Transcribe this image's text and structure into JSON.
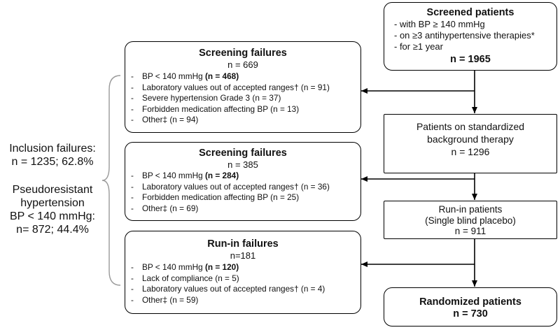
{
  "screened": {
    "title": "Screened patients",
    "criteria": [
      "- with BP ≥ 140 mmHg",
      "- on ≥3 antihypertensive therapies*",
      "- for ≥1 year"
    ],
    "n": "n = 1965"
  },
  "standardized": {
    "line1": "Patients on standardized",
    "line2": "background therapy",
    "n": "n = 1296"
  },
  "runin": {
    "line1": "Run-in patients",
    "line2": "(Single blind placebo)",
    "n": "n = 911"
  },
  "randomized": {
    "title": "Randomized patients",
    "n": "n = 730"
  },
  "failures1": {
    "title": "Screening failures",
    "n": "n = 669",
    "items": [
      {
        "text": "BP < 140 mmHg ",
        "bold": "(n = 468)"
      },
      {
        "text": "Laboratory values out of accepted ranges† (n = 91)",
        "bold": ""
      },
      {
        "text": "Severe hypertension Grade 3 (n = 37)",
        "bold": ""
      },
      {
        "text": "Forbidden medication affecting BP (n = 13)",
        "bold": ""
      },
      {
        "text": "Other‡ (n = 94)",
        "bold": ""
      }
    ]
  },
  "failures2": {
    "title": "Screening failures",
    "n": "n = 385",
    "items": [
      {
        "text": "BP < 140 mmHg ",
        "bold": "(n = 284)"
      },
      {
        "text": "Laboratory values out of accepted ranges† (n = 36)",
        "bold": ""
      },
      {
        "text": "Forbidden medication affecting BP (n = 25)",
        "bold": ""
      },
      {
        "text": "Other‡ (n = 69)",
        "bold": ""
      }
    ]
  },
  "failures3": {
    "title": "Run-in failures",
    "n": "n=181",
    "items": [
      {
        "text": "BP < 140 mmHg ",
        "bold": "(n = 120)"
      },
      {
        "text": "Lack of compliance (n = 5)",
        "bold": ""
      },
      {
        "text": "Laboratory values out of accepted ranges† (n = 4)",
        "bold": ""
      },
      {
        "text": "Other‡ (n = 59)",
        "bold": ""
      }
    ]
  },
  "summary": {
    "inclusion": [
      "Inclusion failures:",
      "n = 1235; 62.8%"
    ],
    "pseudo": [
      "Pseudoresistant",
      "hypertension",
      "BP < 140 mmHg:",
      "n= 872; 44.4%"
    ]
  },
  "dash": "-"
}
